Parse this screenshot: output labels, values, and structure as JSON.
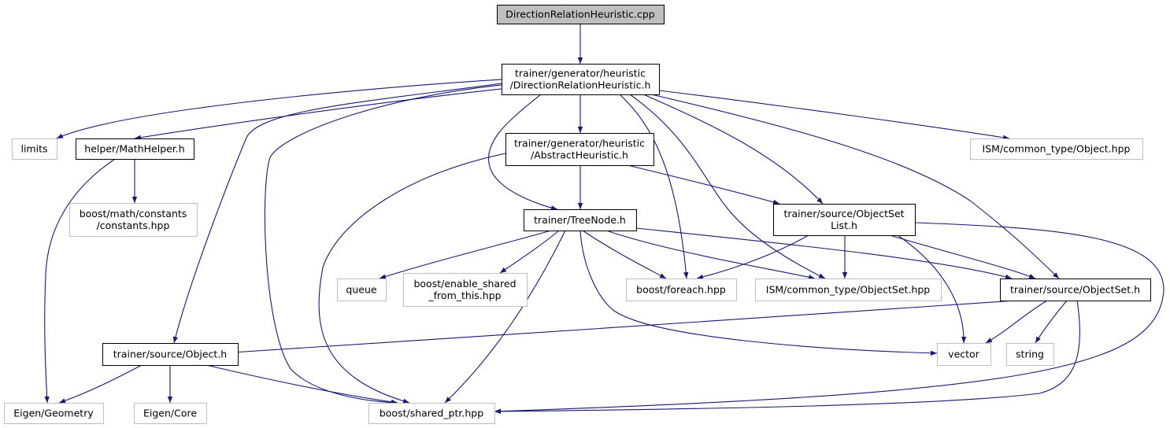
{
  "graph": {
    "colors": {
      "edge": "#191970",
      "root_fill": "#bfbfbf",
      "internal_border": "#000000",
      "external_border": "#bfbfbf",
      "text": "#000000"
    },
    "nodes": [
      {
        "id": "cpp",
        "kind": "root",
        "lines": [
          "DirectionRelationHeuristic.cpp"
        ]
      },
      {
        "id": "drh",
        "kind": "internal",
        "lines": [
          "trainer/generator/heuristic",
          "/DirectionRelationHeuristic.h"
        ]
      },
      {
        "id": "limits",
        "kind": "external",
        "lines": [
          "limits"
        ]
      },
      {
        "id": "mathhelper",
        "kind": "internal",
        "lines": [
          "helper/MathHelper.h"
        ]
      },
      {
        "id": "abstract",
        "kind": "internal",
        "lines": [
          "trainer/generator/heuristic",
          "/AbstractHeuristic.h"
        ]
      },
      {
        "id": "ismobject",
        "kind": "external",
        "lines": [
          "ISM/common_type/Object.hpp"
        ]
      },
      {
        "id": "constants",
        "kind": "external",
        "lines": [
          "boost/math/constants",
          "/constants.hpp"
        ]
      },
      {
        "id": "treenode",
        "kind": "internal",
        "lines": [
          "trainer/TreeNode.h"
        ]
      },
      {
        "id": "osetlist",
        "kind": "internal",
        "lines": [
          "trainer/source/ObjectSet",
          "List.h"
        ]
      },
      {
        "id": "queue",
        "kind": "external",
        "lines": [
          "queue"
        ]
      },
      {
        "id": "enableshared",
        "kind": "external",
        "lines": [
          "boost/enable_shared",
          "_from_this.hpp"
        ]
      },
      {
        "id": "foreach",
        "kind": "external",
        "lines": [
          "boost/foreach.hpp"
        ]
      },
      {
        "id": "ismobjectset",
        "kind": "external",
        "lines": [
          "ISM/common_type/ObjectSet.hpp"
        ]
      },
      {
        "id": "objectset",
        "kind": "internal",
        "lines": [
          "trainer/source/ObjectSet.h"
        ]
      },
      {
        "id": "objecth",
        "kind": "internal",
        "lines": [
          "trainer/source/Object.h"
        ]
      },
      {
        "id": "vector",
        "kind": "external",
        "lines": [
          "vector"
        ]
      },
      {
        "id": "string",
        "kind": "external",
        "lines": [
          "string"
        ]
      },
      {
        "id": "geometry",
        "kind": "external",
        "lines": [
          "Eigen/Geometry"
        ]
      },
      {
        "id": "core",
        "kind": "external",
        "lines": [
          "Eigen/Core"
        ]
      },
      {
        "id": "sharedptr",
        "kind": "external",
        "lines": [
          "boost/shared_ptr.hpp"
        ]
      }
    ],
    "edges": [
      {
        "from": "cpp",
        "to": "drh"
      },
      {
        "from": "drh",
        "to": "limits"
      },
      {
        "from": "drh",
        "to": "mathhelper"
      },
      {
        "from": "drh",
        "to": "objecth"
      },
      {
        "from": "drh",
        "to": "sharedptr"
      },
      {
        "from": "drh",
        "to": "treenode"
      },
      {
        "from": "drh",
        "to": "abstract"
      },
      {
        "from": "drh",
        "to": "foreach"
      },
      {
        "from": "drh",
        "to": "ismobjectset"
      },
      {
        "from": "drh",
        "to": "osetlist"
      },
      {
        "from": "drh",
        "to": "objectset"
      },
      {
        "from": "drh",
        "to": "ismobject"
      },
      {
        "from": "mathhelper",
        "to": "constants"
      },
      {
        "from": "mathhelper",
        "to": "geometry"
      },
      {
        "from": "abstract",
        "to": "treenode"
      },
      {
        "from": "abstract",
        "to": "sharedptr"
      },
      {
        "from": "abstract",
        "to": "osetlist"
      },
      {
        "from": "treenode",
        "to": "queue"
      },
      {
        "from": "treenode",
        "to": "enableshared"
      },
      {
        "from": "treenode",
        "to": "foreach"
      },
      {
        "from": "treenode",
        "to": "ismobjectset"
      },
      {
        "from": "treenode",
        "to": "objectset"
      },
      {
        "from": "treenode",
        "to": "sharedptr"
      },
      {
        "from": "treenode",
        "to": "vector"
      },
      {
        "from": "osetlist",
        "to": "foreach"
      },
      {
        "from": "osetlist",
        "to": "ismobjectset"
      },
      {
        "from": "osetlist",
        "to": "objectset"
      },
      {
        "from": "osetlist",
        "to": "vector"
      },
      {
        "from": "osetlist",
        "to": "sharedptr"
      },
      {
        "from": "objectset",
        "to": "objecth"
      },
      {
        "from": "objectset",
        "to": "vector"
      },
      {
        "from": "objectset",
        "to": "string"
      },
      {
        "from": "objectset",
        "to": "sharedptr"
      },
      {
        "from": "objecth",
        "to": "geometry"
      },
      {
        "from": "objecth",
        "to": "core"
      },
      {
        "from": "objecth",
        "to": "sharedptr"
      }
    ]
  }
}
